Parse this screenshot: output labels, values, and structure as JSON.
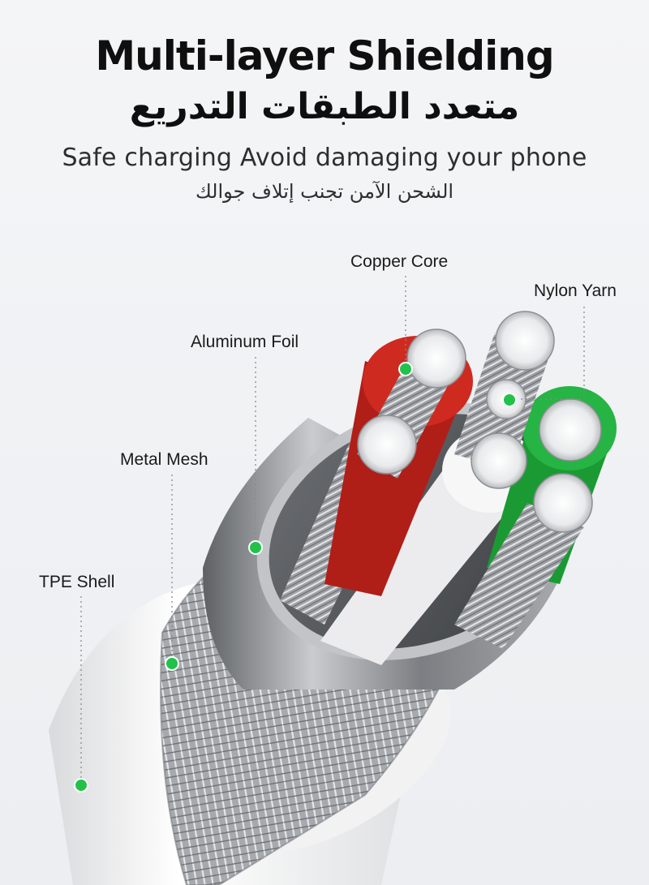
{
  "header": {
    "title_en": "Multi-layer Shielding",
    "title_ar": "متعدد الطبقات التدريع",
    "subtitle_en": "Safe charging Avoid damaging your phone",
    "subtitle_ar": "الشحن الآمن تجنب إتلاف جوالك"
  },
  "callouts": {
    "copper_core": "Copper Core",
    "nylon_yarn": "Nylon Yarn",
    "aluminum_foil": "Aluminum Foil",
    "metal_mesh": "Metal Mesh",
    "tpe_shell": "TPE Shell"
  },
  "colors": {
    "marker": "#22c24a",
    "red_wire": "#c8221c",
    "green_wire": "#1fa83a",
    "foil": "#8e9195",
    "shell": "#f7f7f7"
  }
}
